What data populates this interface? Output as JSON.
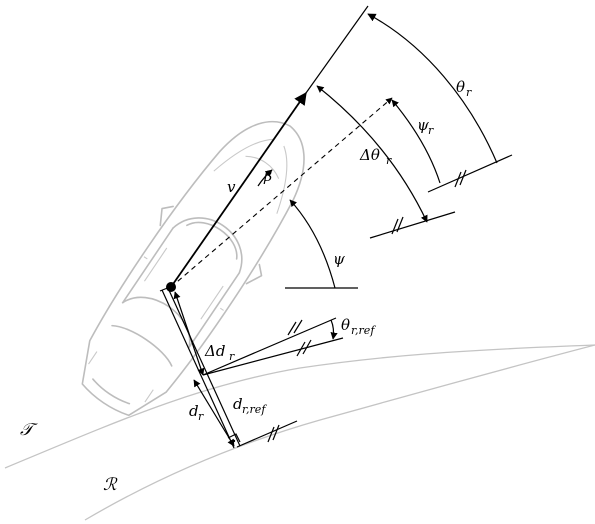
{
  "labels": {
    "v": "v",
    "beta": "β",
    "psi": "ψ",
    "psi_r": "ψ",
    "psi_r_sub": "r",
    "theta_r": "θ",
    "theta_r_sub": "r",
    "delta_theta_r": "Δθ",
    "delta_theta_r_sub": "r",
    "theta_r_ref": "θ",
    "theta_r_ref_sub": "r,ref",
    "delta_d_r": "Δd",
    "delta_d_r_sub": "r",
    "d_r": "d",
    "d_r_sub": "r",
    "d_r_ref": "d",
    "d_r_ref_sub": "r,ref",
    "T": "𝒯",
    "R": "ℛ"
  }
}
